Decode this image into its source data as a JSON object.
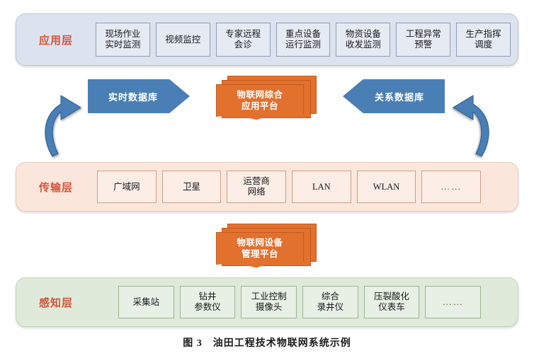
{
  "figure": {
    "caption": "图 3　油田工程技术物联网系统示例"
  },
  "colors": {
    "app_band": "#dce3ee",
    "transport_band": "#fbe6dc",
    "perception_band": "#dfeada",
    "layer_title": "#d2543c",
    "chevron_blue": "#4a7fb5",
    "platform_orange": "#e2712e",
    "arrow_blue": "#4a7fb5"
  },
  "layers": {
    "application": {
      "title": "应用层",
      "nodes": [
        "现场作业\n实时监测",
        "视频监控",
        "专家远程\n会诊",
        "重点设备\n运行监测",
        "物资设备\n收发监测",
        "工程异常\n预警",
        "生产指挥\n调度"
      ]
    },
    "transport": {
      "title": "传输层",
      "nodes": [
        "广域网",
        "卫星",
        "运营商\n网络",
        "LAN",
        "WLAN",
        "……"
      ]
    },
    "perception": {
      "title": "感知层",
      "nodes": [
        "采集站",
        "钻井\n参数仪",
        "工业控制\n摄像头",
        "综合\n录井仪",
        "压裂酸化\n仪表车",
        "……"
      ]
    }
  },
  "middle": {
    "left_chevron": "实时数据库",
    "right_chevron": "关系数据库",
    "app_platform": "物联网综合\n应用平台",
    "device_platform": "物联网设备\n管理平台"
  }
}
